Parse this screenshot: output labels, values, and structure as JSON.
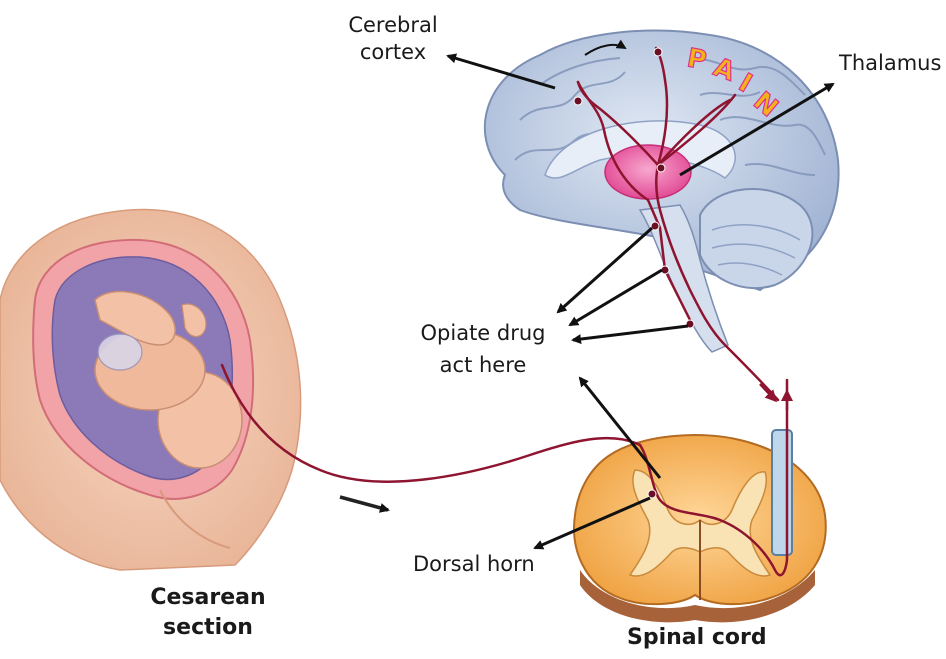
{
  "labels": {
    "cerebral_cortex": [
      "Cerebral",
      "cortex"
    ],
    "thalamus": "Thalamus",
    "opiate": [
      "Opiate drug",
      "act here"
    ],
    "dorsal_horn": "Dorsal horn",
    "cesarean": [
      "Cesarean",
      "section"
    ],
    "spinal_cord": "Spinal cord",
    "pain": [
      "P",
      "A",
      "I",
      "N"
    ]
  },
  "colors": {
    "nerve_path": "#8e1430",
    "arrow": "#111111",
    "brain": "#b7c7de",
    "thalamus": "#ea4e9a",
    "spinal_cord": "#f6b35c",
    "pain_text": "#f3b21c"
  }
}
